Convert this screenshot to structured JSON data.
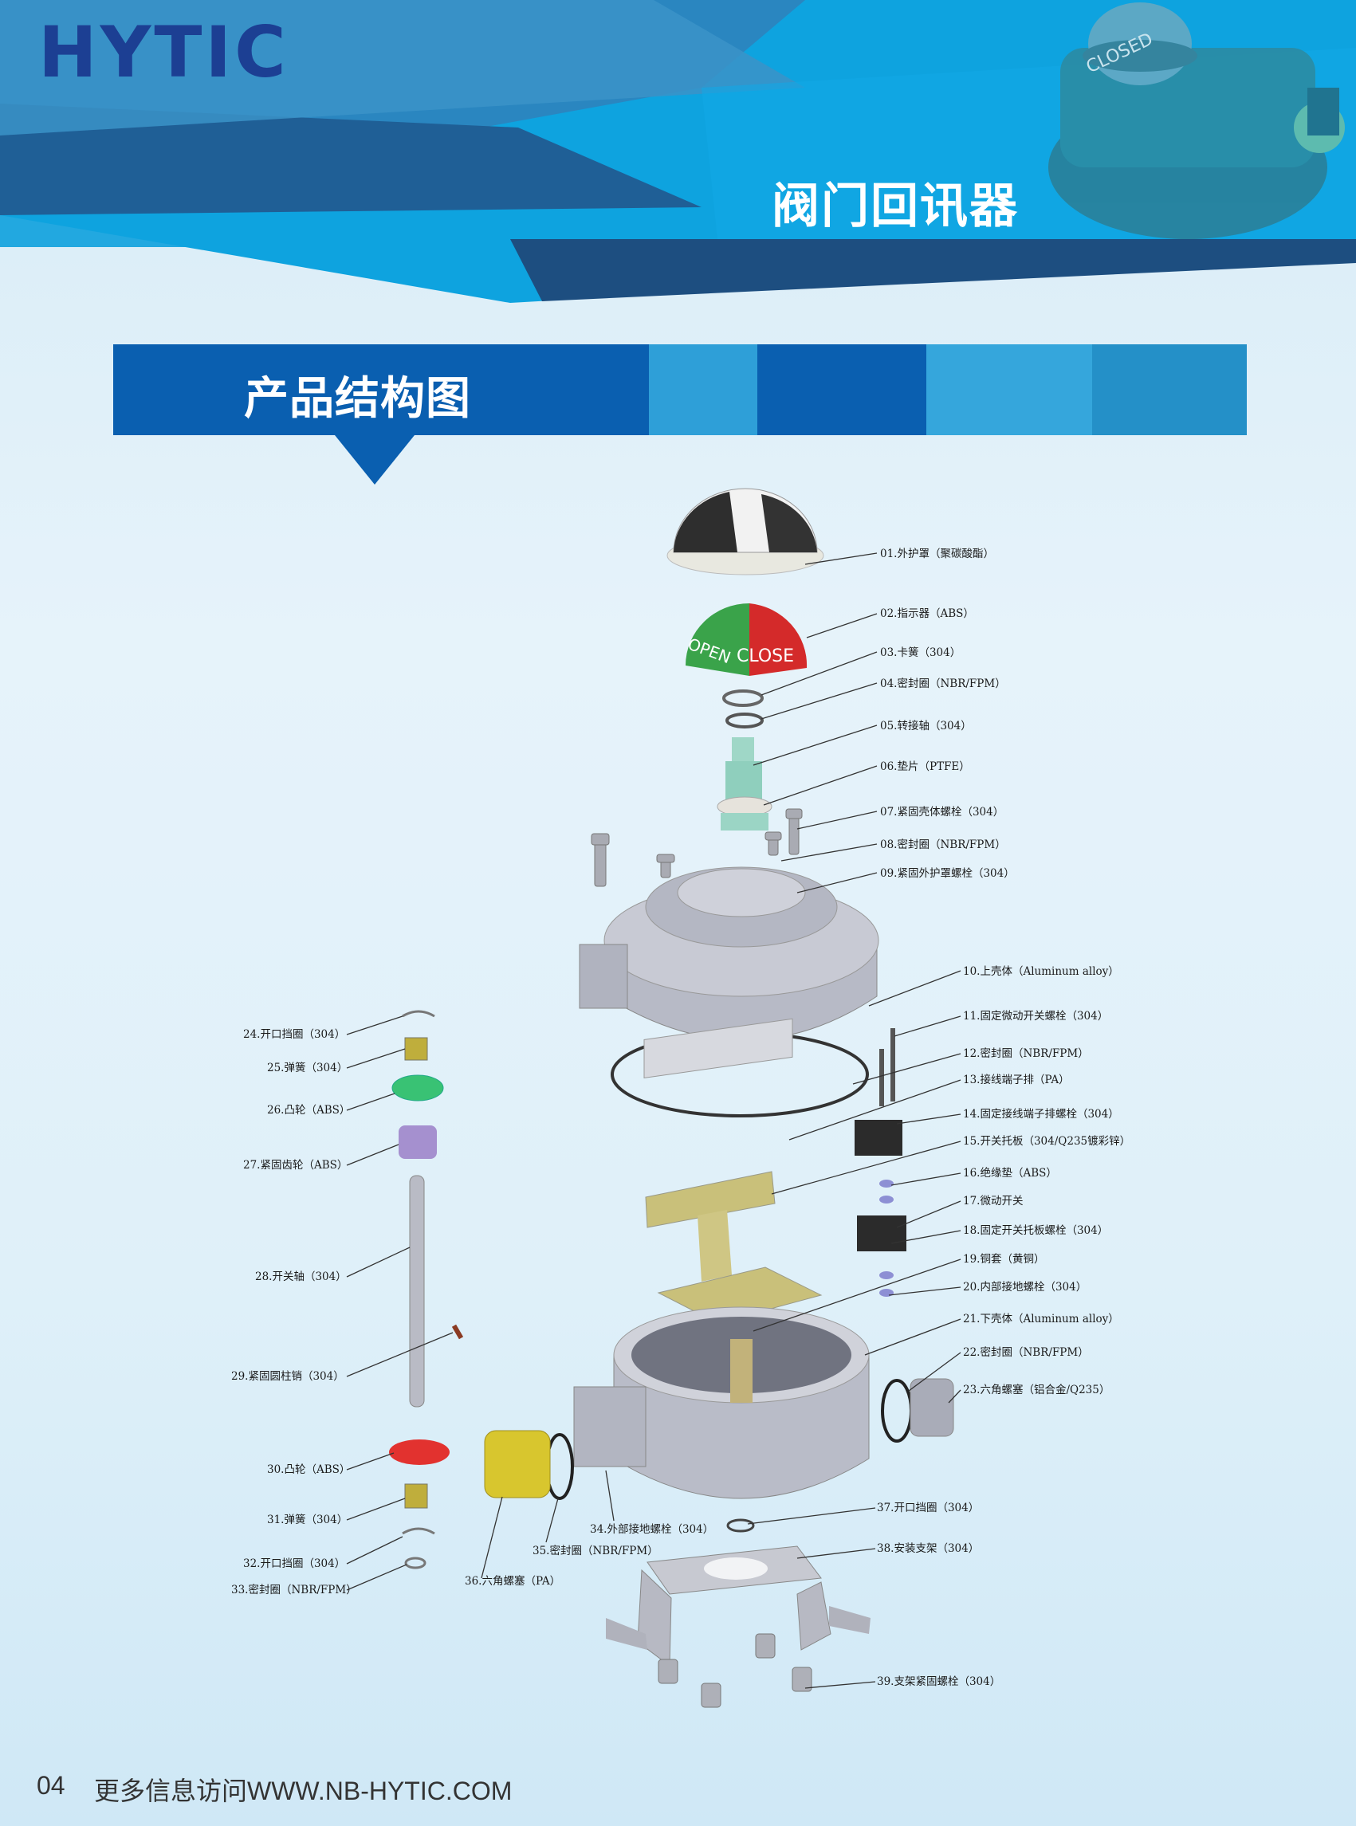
{
  "header": {
    "logo": "HYTIC",
    "product_title": "阀门回讯器",
    "device_dome_text": "CLOSED"
  },
  "section": {
    "title": "产品结构图"
  },
  "diagram": {
    "indicator_open": "OPEN",
    "indicator_close": "CLOSE",
    "parts": [
      "01.外护罩（聚碳酸酯）",
      "02.指示器（ABS）",
      "03.卡簧（304）",
      "04.密封圈（NBR/FPM）",
      "05.转接轴（304）",
      "06.垫片（PTFE）",
      "07.紧固壳体螺栓（304）",
      "08.密封圈（NBR/FPM）",
      "09.紧固外护罩螺栓（304）",
      "10.上壳体（Aluminum alloy）",
      "11.固定微动开关螺栓（304）",
      "12.密封圈（NBR/FPM）",
      "13.接线端子排（PA）",
      "14.固定接线端子排螺栓（304）",
      "15.开关托板（304/Q235镀彩锌）",
      "16.绝缘垫（ABS）",
      "17.微动开关",
      "18.固定开关托板螺栓（304）",
      "19.铜套（黄铜）",
      "20.内部接地螺栓（304）",
      "21.下壳体（Aluminum alloy）",
      "22.密封圈（NBR/FPM）",
      "23.六角螺塞（铝合金/Q235）",
      "24.开口挡圈（304）",
      "25.弹簧（304）",
      "26.凸轮（ABS）",
      "27.紧固齿轮（ABS）",
      "28.开关轴（304）",
      "29.紧固圆柱销（304）",
      "30.凸轮（ABS）",
      "31.弹簧（304）",
      "32.开口挡圈（304）",
      "33.密封圈（NBR/FPM）",
      "34.外部接地螺栓（304）",
      "35.密封圈（NBR/FPM）",
      "36.六角螺塞（PA）",
      "37.开口挡圈（304）",
      "38.安装支架（304）",
      "39.支架紧固螺栓（304）"
    ]
  },
  "footer": {
    "page_number": "04",
    "text": "更多信息访问WWW.NB-HYTIC.COM"
  }
}
